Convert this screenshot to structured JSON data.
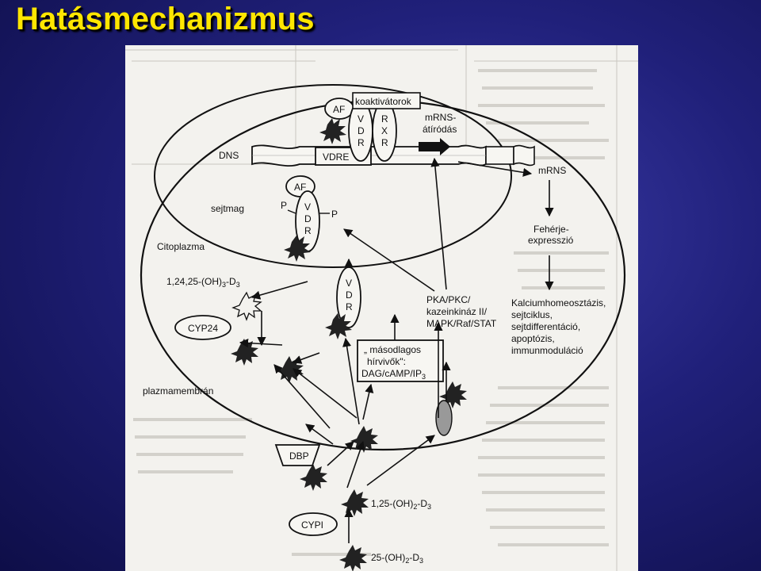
{
  "slide": {
    "title": "Hatásmechanizmus"
  },
  "diagram": {
    "compartments": {
      "nucleus": "sejtmag",
      "cytoplasm": "Citoplazma",
      "plasma_membrane": "plazmamembrán"
    },
    "dna": "DNS",
    "vdre": "VDRE",
    "af_top": "AF",
    "af_mid": "AF",
    "coactivators": "koaktivátorok",
    "mrna_transcription_1": "mRNS-",
    "mrna_transcription_2": "átíródás",
    "vdr_letters": [
      "V",
      "D",
      "R"
    ],
    "rxr_letters": [
      "R",
      "X",
      "R"
    ],
    "phospho_left": "P",
    "phospho_right": "P",
    "mrna": "mRNS",
    "protein_expression_1": "Fehérje-",
    "protein_expression_2": "expresszió",
    "effects": [
      "Kalciumhomeosztázis,",
      "sejtciklus,",
      "sejtdifferentáció,",
      "apoptózis,",
      "immunmoduláció"
    ],
    "kinases_1": "PKA/PKC/",
    "kinases_2": "kazeinkináz II/",
    "kinases_3": "MAPK/Raf/STAT",
    "second_messengers_1": "„ másodlagos",
    "second_messengers_2": "hírvivők\":",
    "second_messengers_3": "DAG/cAMP/IP",
    "second_messengers_sub": "3",
    "cyp24": "CYP24",
    "metabolite_main": "1,24,25-(OH)",
    "metabolite_sub": "3",
    "metabolite_tail": "-D",
    "metabolite_sub2": "3",
    "dbp": "DBP",
    "cypi": "CYPI",
    "calcitriol_main": "1,25-(OH)",
    "calcitriol_sub": "2",
    "calcitriol_tail": "-D",
    "calcitriol_sub2": "3",
    "calcidiol_main": "25-(OH)",
    "calcidiol_sub": "2",
    "calcidiol_tail": "-D",
    "calcidiol_sub2": "3"
  }
}
